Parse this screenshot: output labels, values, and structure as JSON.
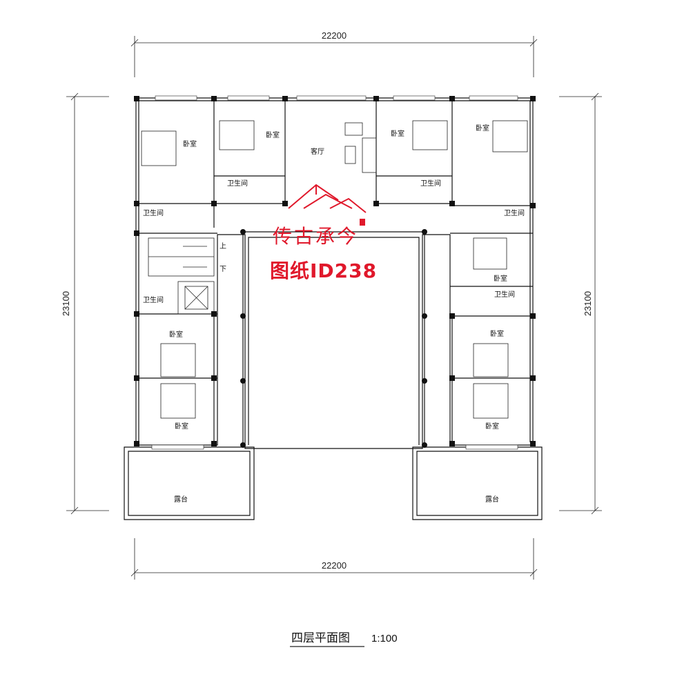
{
  "dimensions": {
    "top": "22200",
    "bottom": "22200",
    "left": "23100",
    "right": "23100"
  },
  "rooms": {
    "bedroom": "卧室",
    "bathroom": "卫生间",
    "living_room": "客厅",
    "terrace": "露台",
    "stair_up": "上",
    "stair_down": "下"
  },
  "watermark": {
    "line1": "传古承今",
    "line2": "图纸ID238",
    "color": "#e0182b"
  },
  "title": {
    "name": "四层平面图",
    "scale": "1:100"
  }
}
